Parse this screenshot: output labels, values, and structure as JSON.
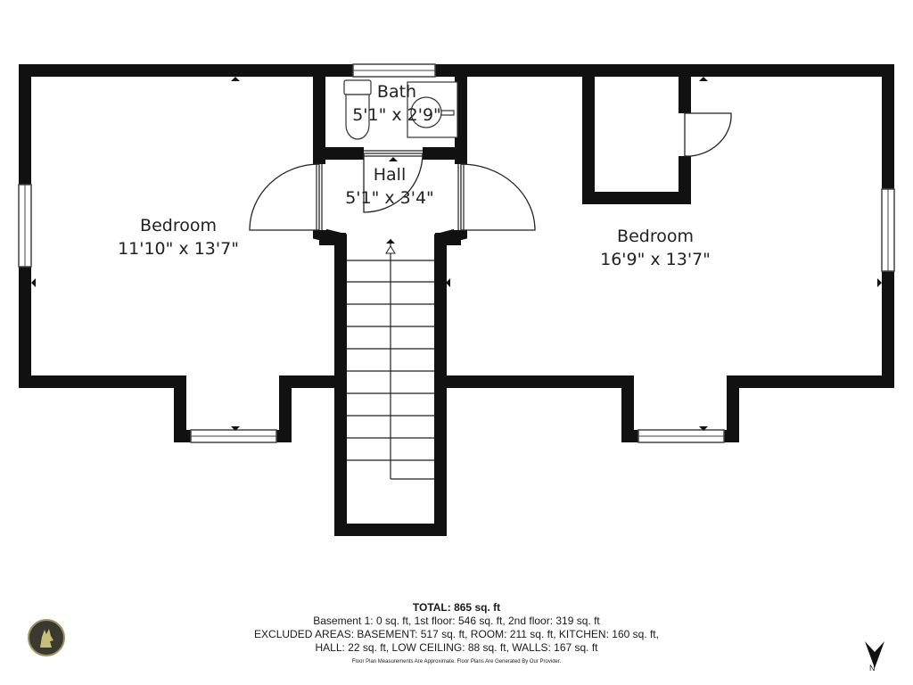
{
  "rooms": {
    "bedroom_left": {
      "name": "Bedroom",
      "dims": "11'10\" x 13'7\""
    },
    "bath": {
      "name": "Bath",
      "dims": "5'1\" x 2'9\""
    },
    "hall": {
      "name": "Hall",
      "dims": "5'1\" x 3'4\""
    },
    "bedroom_right": {
      "name": "Bedroom",
      "dims": "16'9\" x 13'7\""
    }
  },
  "summary": {
    "total": "TOTAL: 865 sq. ft",
    "line1": "Basement 1: 0 sq. ft, 1st floor: 546 sq. ft, 2nd floor: 319 sq. ft",
    "line2": "EXCLUDED AREAS: BASEMENT: 517 sq. ft, ROOM: 211 sq. ft, KITCHEN: 160 sq. ft,",
    "line3": "HALL: 22 sq. ft, LOW CEILING: 88 sq. ft, WALLS: 167 sq. ft",
    "disclaimer": "Floor Plan Measurements Are Approximate. Floor Plans Are Generated By Our Provider."
  },
  "compass": {
    "label": "N"
  },
  "colors": {
    "wall": "#111111",
    "line": "#222222",
    "logo_bg": "#3a3a30",
    "logo_ring": "#9a9460"
  }
}
